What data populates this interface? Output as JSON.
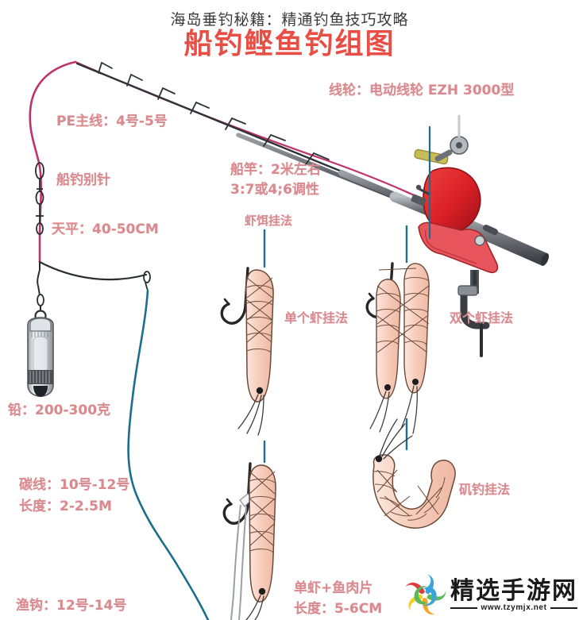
{
  "header": {
    "title": "海岛垂钓秘籍：精通钓鱼技巧攻略"
  },
  "diagram": {
    "title": "船钓鲣鱼钓组图",
    "title_color": "#e8453c",
    "label_color": "#d98a8f",
    "background_color": "#ffffff"
  },
  "labels": {
    "pe_main_line": "PE主线：4号-5号",
    "boat_pin": "船钓别针",
    "balance_arm": "天平：40-50CM",
    "reel": "线轮：电动线轮 EZH 3000型",
    "rod_line1": "船竿：2米左右",
    "rod_line2": "3:7或4;6调性",
    "shrimp_bait_method": "虾饵挂法",
    "single_shrimp": "单个虾挂法",
    "double_shrimp": "双个虾挂法",
    "rock_fishing": "矶钓挂法",
    "lead_sinker": "铅：200-300克",
    "carbon_line": "碳线：10号-12号",
    "carbon_length": "长度：2-2.5M",
    "shrimp_fish_line1": "单虾+鱼肉片",
    "shrimp_fish_line2": "长度：5-6CM",
    "fish_hook": "渔钩：12号-14号"
  },
  "colors": {
    "pe_line": "#c0326b",
    "carbon_line": "#1b6f8c",
    "rod_body": "#6e7278",
    "reel_red": "#d81f26",
    "hook_dark": "#2a2a2a",
    "shrimp_body": "#f6cfc0",
    "shrimp_outline": "#6b4a3a"
  },
  "watermark": {
    "brand": "精选手游网",
    "url": "www.tzymjx.net",
    "logo_colors": [
      "#e03a3e",
      "#f5a623",
      "#3aa3dc",
      "#5cb85c",
      "#f0d020"
    ]
  }
}
